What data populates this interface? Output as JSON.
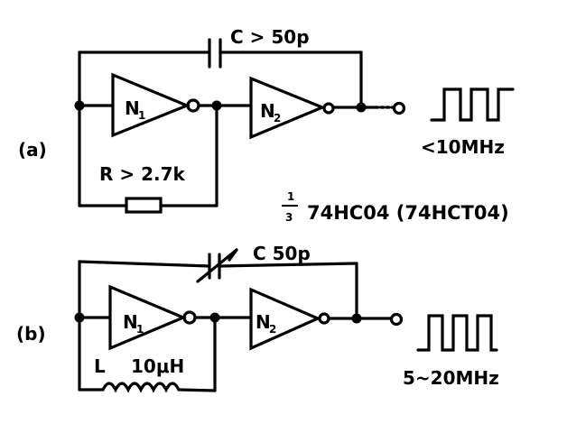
{
  "circuit_a": {
    "label": "(a)",
    "gate1": {
      "name": "N",
      "sub": "1"
    },
    "gate2": {
      "name": "N",
      "sub": "2"
    },
    "capacitor_label": "C > 50p",
    "resistor_label": "R > 2.7k",
    "frequency_label": "<10MHz"
  },
  "circuit_b": {
    "label": "(b)",
    "gate1": {
      "name": "N",
      "sub": "1"
    },
    "gate2": {
      "name": "N",
      "sub": "2"
    },
    "capacitor_label": "C  50p",
    "inductor_name": "L",
    "inductor_value": "10μH",
    "frequency_label": "5~20MHz"
  },
  "ic_note": {
    "fraction_num": "1",
    "fraction_den": "3",
    "part_number": "74HC04 (74HCT04)"
  }
}
